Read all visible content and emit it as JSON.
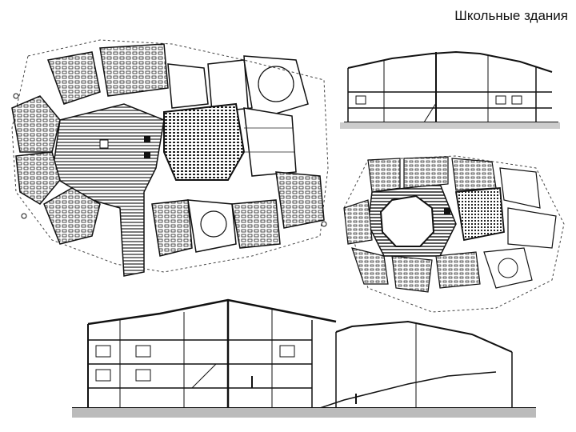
{
  "slide": {
    "title": "Школьные здания"
  },
  "figures": [
    {
      "icon": "floor-plan-drawing"
    },
    {
      "icon": "section-drawing"
    },
    {
      "icon": "floor-plan-drawing"
    },
    {
      "icon": "section-drawing"
    }
  ],
  "colors": {
    "ink": "#111111",
    "paper": "#ffffff",
    "hatch": "#333333"
  }
}
